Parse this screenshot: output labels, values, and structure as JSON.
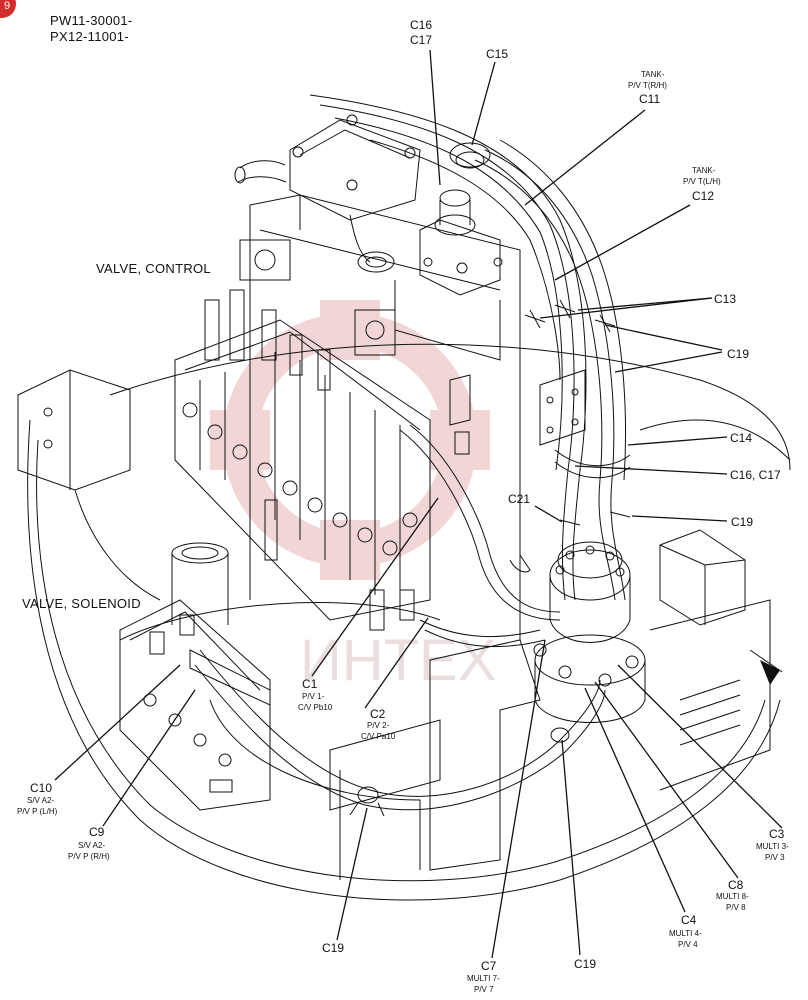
{
  "header": {
    "line1": "PW11-30001-",
    "line2": "PX12-11001-"
  },
  "page_badge": "9",
  "watermark": "ИНТЕХ",
  "titles": {
    "valve_control": "VALVE, CONTROL",
    "valve_solenoid": "VALVE, SOLENOID"
  },
  "callouts": {
    "c16_top": "C16",
    "c17_top": "C17",
    "c15": "C15",
    "tank_rh": {
      "line1": "TANK-",
      "line2": "P/V T(R/H)",
      "code": "C11"
    },
    "tank_lh": {
      "line1": "TANK-",
      "line2": "P/V T(L/H)",
      "code": "C12"
    },
    "c13": "C13",
    "c19_right": "C19",
    "c14": "C14",
    "c16_c17": "C16, C17",
    "c21": "C21",
    "c19_mid": "C19",
    "c1": {
      "code": "C1",
      "line1": "P/V 1-",
      "line2": "C/V Pb10"
    },
    "c2": {
      "code": "C2",
      "line1": "P/V 2-",
      "line2": "C/V Pa10"
    },
    "c10": {
      "code": "C10",
      "line1": "S/V A2-",
      "line2": "P/V P (L/H)"
    },
    "c9": {
      "code": "C9",
      "line1": "S/V A2-",
      "line2": "P/V P (R/H)"
    },
    "c19_bottom_left": "C19",
    "c3": {
      "code": "C3",
      "line1": "MULTI 3-",
      "line2": "P/V 3"
    },
    "c8": {
      "code": "C8",
      "line1": "MULTI 8-",
      "line2": "P/V 8"
    },
    "c4": {
      "code": "C4",
      "line1": "MULTI 4-",
      "line2": "P/V 4"
    },
    "c7": {
      "code": "C7",
      "line1": "MULTI 7-",
      "line2": "P/V 7"
    },
    "c19_bottom": "C19"
  },
  "colors": {
    "ink": "#111111",
    "watermark": "#e8b4b4",
    "badge": "#d42b2b"
  }
}
